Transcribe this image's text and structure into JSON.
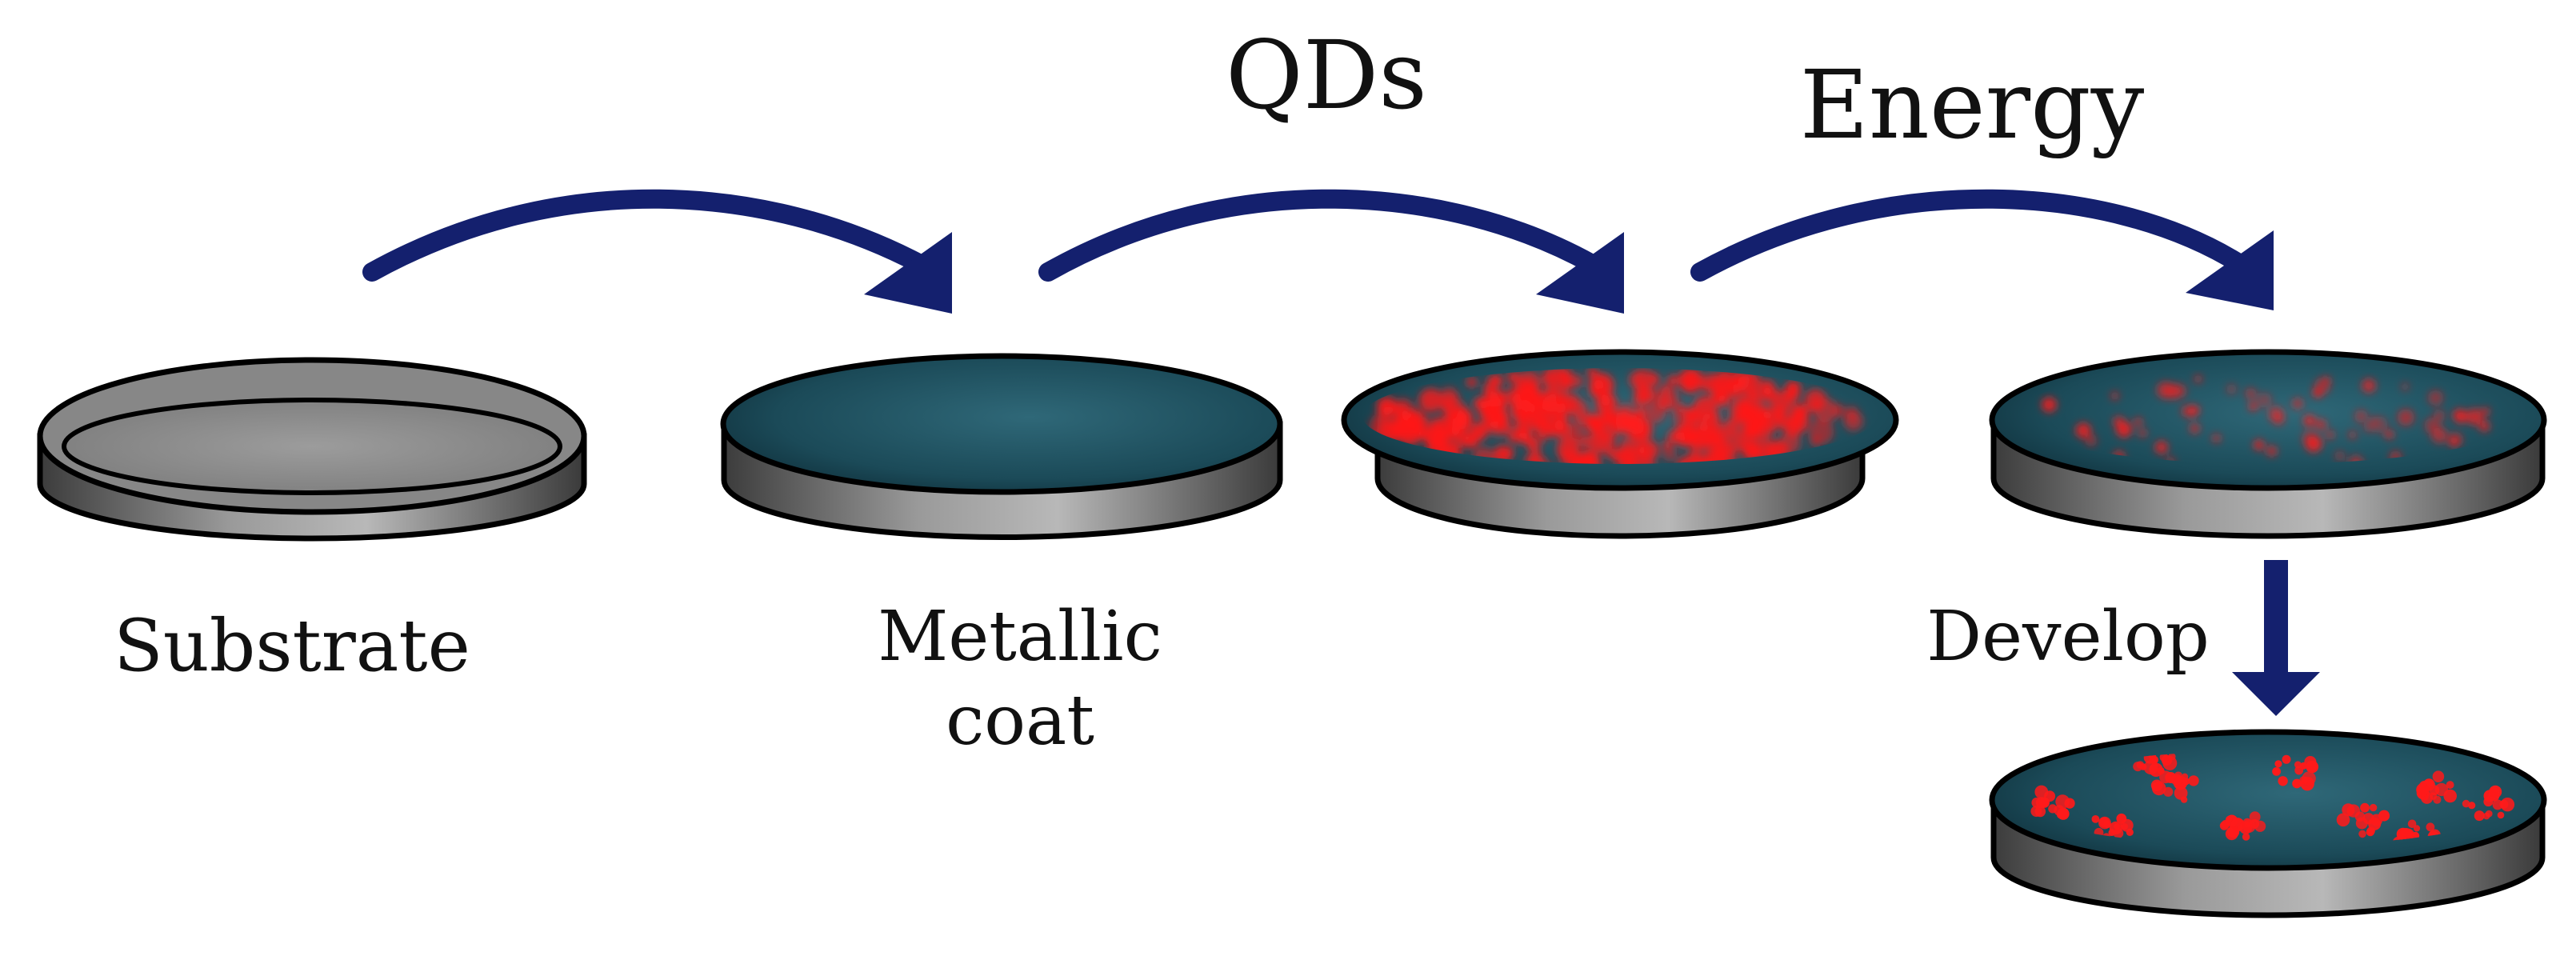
{
  "colors": {
    "arrow": "#14206e",
    "dish_gray_top": "#8e8e8e",
    "dish_gray_rim": "#5c5c5c",
    "dish_teal": "#1f5363",
    "dish_teal_dark": "#123643",
    "qd_red": "#ff1a1a",
    "outline": "#000000"
  },
  "labels": {
    "qds": "QDs",
    "energy": "Energy",
    "substrate": "Substrate",
    "metallic_line1": "Metallic",
    "metallic_line2": "coat",
    "develop": "Develop"
  },
  "steps": [
    {
      "name": "substrate",
      "surface": "bare"
    },
    {
      "name": "metallic-coat",
      "surface": "coated"
    },
    {
      "name": "qds",
      "surface": "coated-dense-qds"
    },
    {
      "name": "energy",
      "surface": "coated-sparse-qds"
    },
    {
      "name": "develop",
      "surface": "coated-clustered-qds"
    }
  ]
}
